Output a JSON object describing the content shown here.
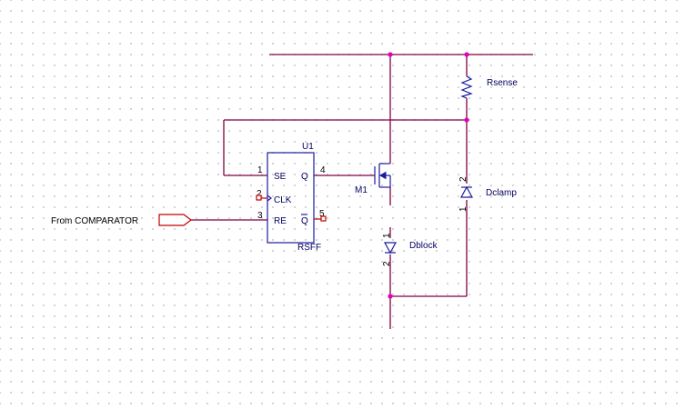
{
  "schematic": {
    "net_from_comparator": "From COMPARATOR",
    "u1": {
      "ref": "U1",
      "part": "RSFF",
      "pin_se": "SE",
      "pin_clk": "CLK",
      "pin_re": "RE",
      "pin_q": "Q",
      "pin_qbar": "Q",
      "pin_num_se": "1",
      "pin_num_clk": "2",
      "pin_num_re": "3",
      "pin_num_q": "4",
      "pin_num_qbar": "5"
    },
    "m1": {
      "ref": "M1"
    },
    "rsense": {
      "ref": "Rsense"
    },
    "dclamp": {
      "ref": "Dclamp",
      "pin_top": "2",
      "pin_bottom": "1"
    },
    "dblock": {
      "ref": "Dblock",
      "pin_top": "1",
      "pin_bottom": "2"
    },
    "colors": {
      "wire": "#800040",
      "part": "#1a1aa0",
      "junction": "#e000c0",
      "port": "#c00000"
    }
  }
}
